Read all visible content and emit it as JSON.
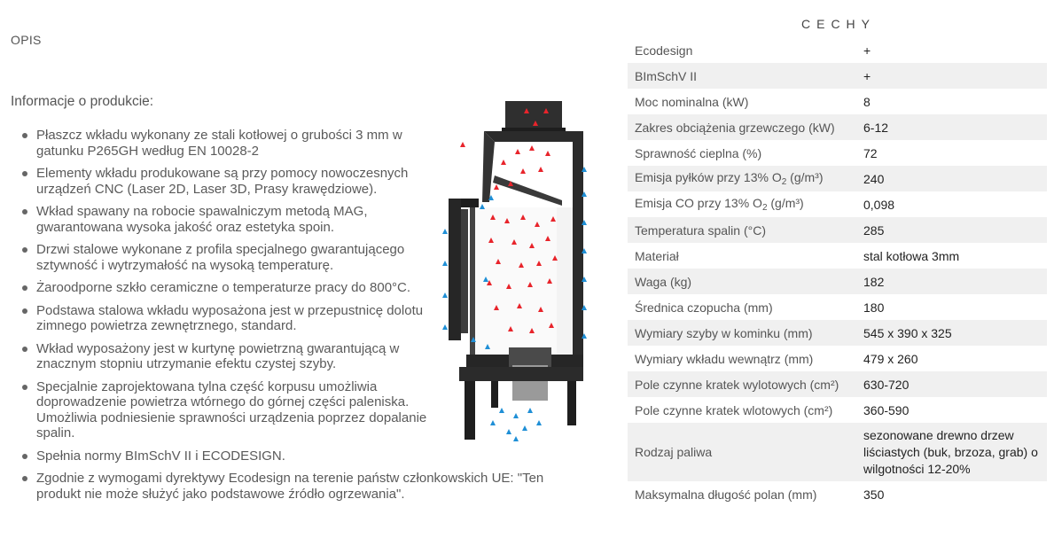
{
  "description": {
    "heading": "OPIS",
    "intro": "Informacje o produkcie:",
    "bullets": [
      "Płaszcz wkładu wykonany ze stali kotłowej o grubości 3 mm w gatunku P265GH według EN 10028-2",
      "Elementy wkładu produkowane są przy pomocy nowoczesnych urządzeń CNC (Laser 2D, Laser 3D, Prasy krawędziowe).",
      "Wkład spawany na robocie spawalniczym metodą MAG, gwarantowana wysoka jakość oraz estetyka spoin.",
      "Drzwi stalowe wykonane z profila specjalnego gwarantującego sztywność i wytrzymałość na wysoką temperaturę.",
      "Żaroodporne szkło ceramiczne o temperaturze pracy do 800°C.",
      "Podstawa stalowa wkładu wyposażona jest w przepustnicę dolotu zimnego powietrza zewnętrznego, standard.",
      "Wkład wyposażony jest w kurtynę powietrzną gwarantującą w znacznym stopniu utrzymanie efektu czystej szyby.",
      "Specjalnie zaprojektowana tylna część korpusu umożliwia doprowadzenie powietrza wtórnego do górnej części paleniska. Umożliwia podniesienie sprawności urządzenia poprzez dopalanie spalin.",
      "Spełnia normy BImSchV II i ECODESIGN.",
      "Zgodnie z wymogami dyrektywy Ecodesign na terenie państw członkowskich UE: \"Ten produkt nie może służyć jako podstawowe źródło ogrzewania\"."
    ]
  },
  "features": {
    "heading": "CECHY",
    "rows": [
      {
        "key": "Ecodesign",
        "value": "+"
      },
      {
        "key": "BImSchV II",
        "value": "+"
      },
      {
        "key": "Moc nominalna (kW)",
        "value": "8"
      },
      {
        "key": "Zakres obciążenia grzewczego (kW)",
        "value": "6-12"
      },
      {
        "key": "Sprawność cieplna (%)",
        "value": "72"
      },
      {
        "key_pre": "Emisja pyłków przy 13% O",
        "key_sub": "2",
        "key_post": " (g/m³)",
        "value": "240"
      },
      {
        "key_pre": "Emisja CO przy 13% O",
        "key_sub": "2",
        "key_post": " (g/m³)",
        "value": "0,098"
      },
      {
        "key": "Temperatura spalin (°C)",
        "value": "285"
      },
      {
        "key": "Materiał",
        "value": "stal kotłowa 3mm"
      },
      {
        "key": "Waga (kg)",
        "value": "182"
      },
      {
        "key": "Średnica czopucha (mm)",
        "value": "180"
      },
      {
        "key": "Wymiary szyby w kominku (mm)",
        "value": "545 x 390 x 325"
      },
      {
        "key": "Wymiary wkładu wewnątrz (mm)",
        "value": "479 x 260"
      },
      {
        "key": "Pole czynne kratek wylotowych (cm²)",
        "value": "630-720"
      },
      {
        "key": "Pole czynne kratek wlotowych (cm²)",
        "value": "360-590"
      },
      {
        "key": "Rodzaj paliwa",
        "value": "sezonowane drewno drzew liściastych (buk, brzoza, grab) o wilgotności 12-20%"
      },
      {
        "key": "Maksymalna długość polan (mm)",
        "value": "350"
      }
    ]
  },
  "colors": {
    "hot_air": "#e8242b",
    "cold_air": "#1f8fd6",
    "steel": "#2b2b2b",
    "row_stripe": "#f0f0f0"
  }
}
